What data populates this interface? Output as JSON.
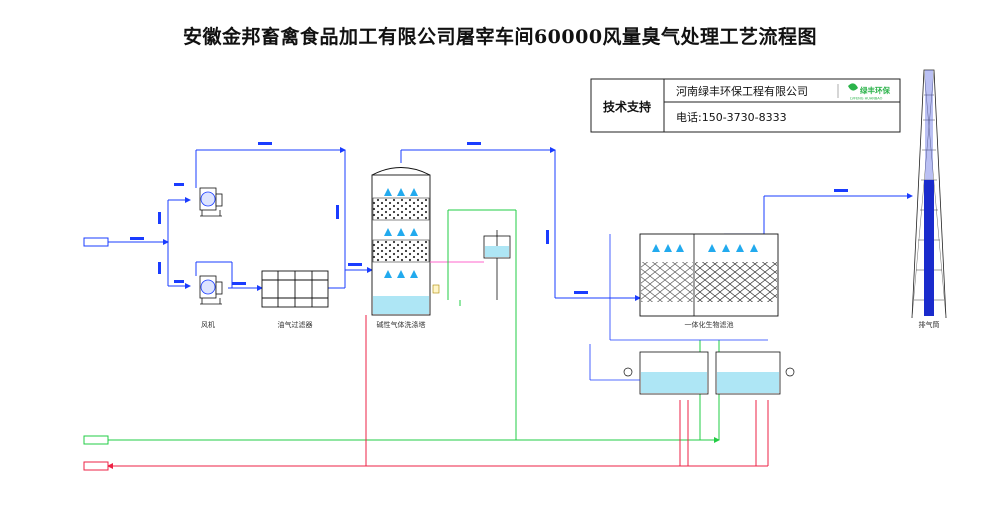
{
  "title": "安徽金邦畜禽食品加工有限公司屠宰车间60000风量臭气处理工艺流程图",
  "title_block": {
    "support_label": "技术支持",
    "company": "河南绿丰环保工程有限公司",
    "phone": "电话:150-3730-8333",
    "logo_text": "绿丰环保",
    "logo_subtext": "LVFENG HUANBAO"
  },
  "equipment": {
    "fan_label": "风机",
    "oil_filter_label": "油气过滤器",
    "scrubber_label": "碱性气体洗涤塔",
    "bio_label": "一体化生物滤池",
    "chimney_label": "排气筒"
  },
  "colors": {
    "gas_line": "#1a3cff",
    "water_line": "#22cc44",
    "drain_line": "#ee2244",
    "dosing_line": "#ff66cc",
    "chimney": "#1a2bcc",
    "water_fill": "#aee6f5"
  }
}
